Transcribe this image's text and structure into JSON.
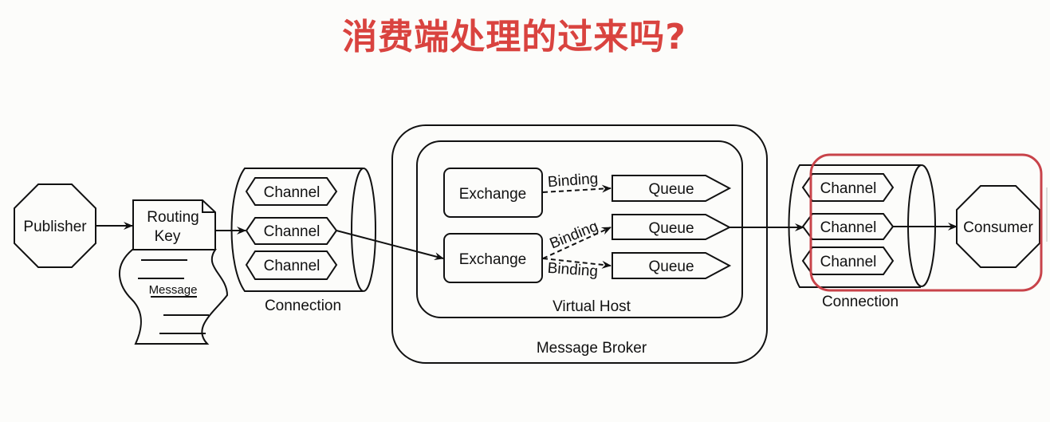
{
  "title": "消费端处理的过来吗?",
  "highlight_color": "#c8434a",
  "title_color": "#d9433f",
  "publisher": "Publisher",
  "routing_key": {
    "line1": "Routing",
    "line2": "Key"
  },
  "message": "Message",
  "left_connection": {
    "label": "Connection",
    "channels": [
      "Channel",
      "Channel",
      "Channel"
    ]
  },
  "broker": {
    "label": "Message Broker",
    "virtual_host": "Virtual Host",
    "exchanges": [
      "Exchange",
      "Exchange"
    ],
    "bindings": [
      "Binding",
      "Binding",
      "Binding"
    ],
    "queues": [
      "Queue",
      "Queue",
      "Queue"
    ]
  },
  "right_connection": {
    "label": "Connection",
    "channels": [
      "Channel",
      "Channel",
      "Channel"
    ]
  },
  "consumer": "Consumer"
}
